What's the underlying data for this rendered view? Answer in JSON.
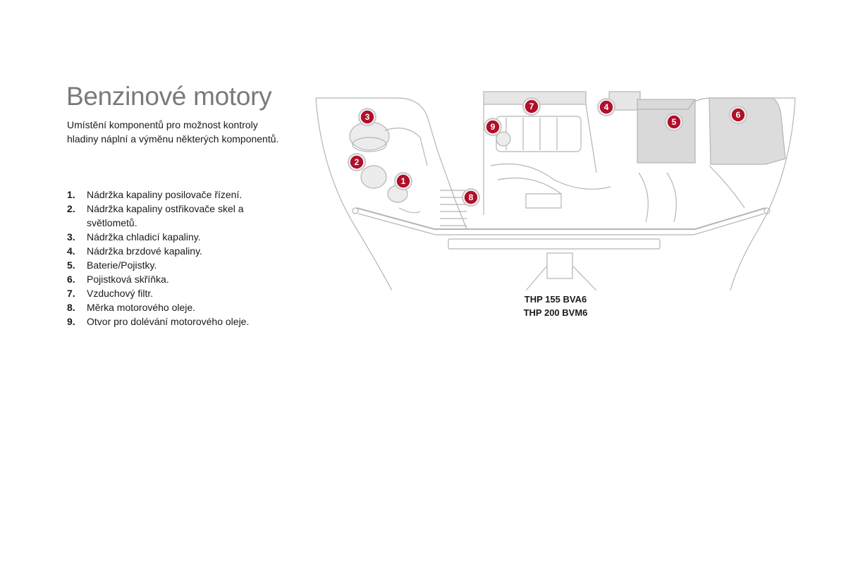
{
  "page": {
    "title": "Benzinové motory",
    "intro": "Umístění komponentů pro možnost kontroly hladiny náplní a výměnu některých komponentů."
  },
  "legend": [
    {
      "num": "1.",
      "text": "Nádržka kapaliny posilovače řízení."
    },
    {
      "num": "2.",
      "text": "Nádržka kapaliny ostřikovače skel a světlometů."
    },
    {
      "num": "3.",
      "text": "Nádržka chladicí kapaliny."
    },
    {
      "num": "4.",
      "text": "Nádržka brzdové kapaliny."
    },
    {
      "num": "5.",
      "text": "Baterie/Pojistky."
    },
    {
      "num": "6.",
      "text": "Pojistková skříňka."
    },
    {
      "num": "7.",
      "text": "Vzduchový filtr."
    },
    {
      "num": "8.",
      "text": "Měrka motorového oleje."
    },
    {
      "num": "9.",
      "text": "Otvor pro dolévání motorového oleje."
    }
  ],
  "figure": {
    "caption_line1": "THP 155 BVA6",
    "caption_line2": "THP 200 BVM6",
    "callouts": [
      "1",
      "2",
      "3",
      "4",
      "5",
      "6",
      "7",
      "8",
      "9"
    ],
    "colors": {
      "callout_fill": "#b0102a",
      "line_art": "#b5b5b5",
      "shading": "#e3e3e3"
    }
  }
}
